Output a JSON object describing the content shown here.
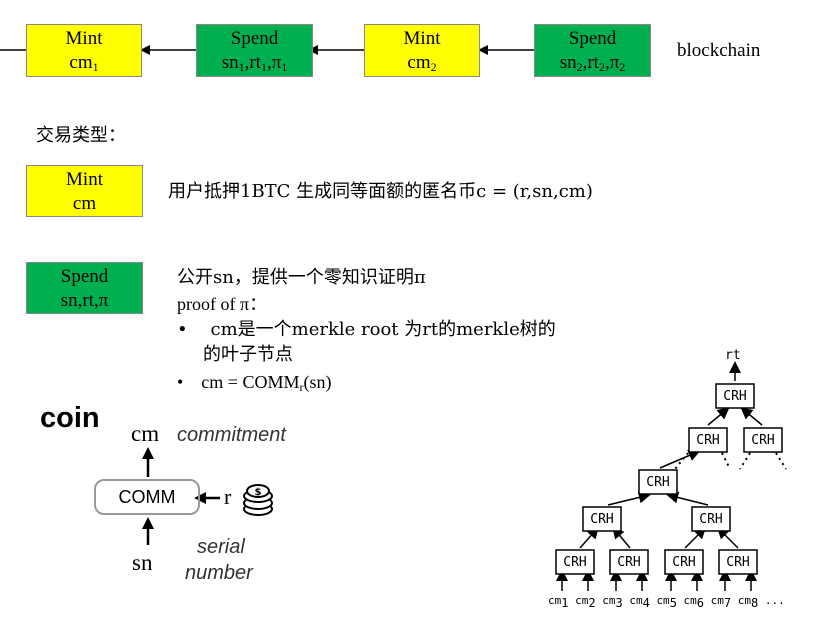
{
  "chain": {
    "blocks": [
      {
        "kind": "mint",
        "title": "Mint",
        "line2": "cm",
        "sub": "1"
      },
      {
        "kind": "spend",
        "title": "Spend",
        "line2": "sn1,rt1,π1"
      },
      {
        "kind": "mint",
        "title": "Mint",
        "line2": "cm",
        "sub": "2"
      },
      {
        "kind": "spend",
        "title": "Spend",
        "line2": "sn2,rt2,π2"
      }
    ],
    "label": "blockchain"
  },
  "types_heading": "交易类型：",
  "mint": {
    "title": "Mint",
    "line2": "cm",
    "desc": "用户抵押1BTC 生成同等面额的匿名币c = (r,sn,cm)"
  },
  "spend": {
    "title": "Spend",
    "line2": "sn,rt,π",
    "line1": "公开sn，提供一个零知识证明π",
    "line2b": "proof of π：",
    "bullet1a": "cm是一个merkle root 为rt的merkle树的",
    "bullet1b": "的叶子节点",
    "bullet2": "cm = COMMr(sn)"
  },
  "coin": {
    "title": "coin",
    "cm": "cm",
    "commitment": "commitment",
    "comm": "COMM",
    "r": "r",
    "sn": "sn",
    "serial": "serial",
    "number": "number"
  },
  "merkle": {
    "root": "rt",
    "node": "CRH",
    "leaves": [
      "cm1",
      "cm2",
      "cm3",
      "cm4",
      "cm5",
      "cm6",
      "cm7",
      "cm8"
    ],
    "ellipsis": "..."
  },
  "colors": {
    "mint": "#ffff00",
    "spend": "#00b050"
  }
}
